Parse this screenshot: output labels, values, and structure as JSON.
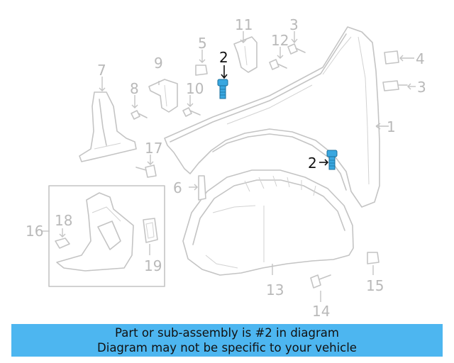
{
  "callouts": {
    "c1": "1",
    "c2a": "2",
    "c2b": "2",
    "c3a": "3",
    "c3b": "3",
    "c4": "4",
    "c5": "5",
    "c6": "6",
    "c7": "7",
    "c8": "8",
    "c9": "9",
    "c10": "10",
    "c11": "11",
    "c12": "12",
    "c13": "13",
    "c14": "14",
    "c15": "15",
    "c16": "16",
    "c17": "17",
    "c18": "18",
    "c19": "19"
  },
  "highlight_color": "#39a7e0",
  "banner": {
    "line1": "Part or sub-assembly is #2 in diagram",
    "line2": "Diagram may not be specific to your vehicle",
    "color": "#4db6f0"
  }
}
